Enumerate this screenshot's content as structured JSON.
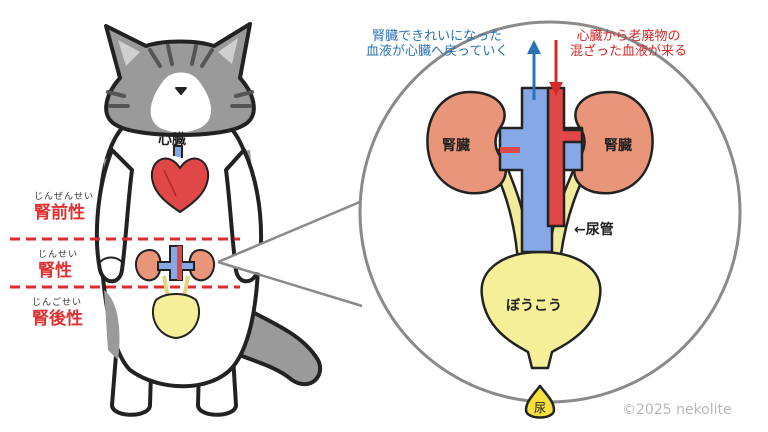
{
  "labels": {
    "heart": "心臓",
    "prerenal_ruby": "じんぜんせい",
    "prerenal": "腎前性",
    "renal_ruby": "じんせい",
    "renal": "腎性",
    "postrenal_ruby": "じんごせい",
    "postrenal": "腎後性",
    "kidney_left": "腎臓",
    "kidney_right": "腎臓",
    "ureter": "←尿管",
    "bladder": "ぼうこう",
    "urine": "尿",
    "clean_blood_line1": "腎臓できれいになった",
    "clean_blood_line2": "血液が心臓へ戻っていく",
    "waste_blood_line1": "心臓から老廃物の",
    "waste_blood_line2": "混ざった血液が来る",
    "copyright": "©2025 nekolite"
  },
  "colors": {
    "red_text": "#e03030",
    "blue_text": "#2b73b8",
    "kidney": "#e8957a",
    "vein": "#86a8e6",
    "ureter": "#f2ea9c",
    "bladder": "#f5ef9a",
    "outline": "#222222"
  }
}
